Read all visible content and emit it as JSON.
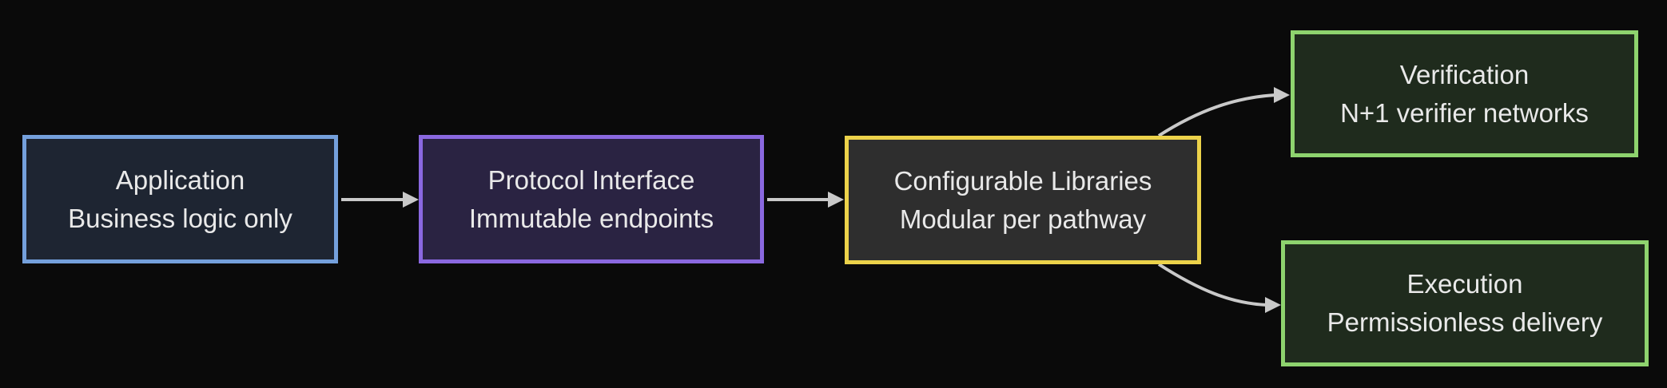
{
  "diagram": {
    "type": "flowchart-left-right",
    "background_color": "#0a0a0a",
    "edge_color": "#c9c9c9",
    "text_color": "#e9e9e9",
    "nodes": [
      {
        "id": "application",
        "title": "Application",
        "subtitle": "Business logic only",
        "border_color": "#74a0dc",
        "fill_color": "#1e2532"
      },
      {
        "id": "protocol-interface",
        "title": "Protocol Interface",
        "subtitle": "Immutable endpoints",
        "border_color": "#8a68e0",
        "fill_color": "#2a2342"
      },
      {
        "id": "configurable-libraries",
        "title": "Configurable Libraries",
        "subtitle": "Modular per pathway",
        "border_color": "#ecd24a",
        "fill_color": "#2e2e2e"
      },
      {
        "id": "verification",
        "title": "Verification",
        "subtitle": "N+1 verifier networks",
        "border_color": "#8ed36e",
        "fill_color": "#1f2b1d"
      },
      {
        "id": "execution",
        "title": "Execution",
        "subtitle": "Permissionless delivery",
        "border_color": "#8ed36e",
        "fill_color": "#1f2b1d"
      }
    ],
    "edges": [
      {
        "from": "application",
        "to": "protocol-interface"
      },
      {
        "from": "protocol-interface",
        "to": "configurable-libraries"
      },
      {
        "from": "configurable-libraries",
        "to": "verification"
      },
      {
        "from": "configurable-libraries",
        "to": "execution"
      }
    ]
  }
}
